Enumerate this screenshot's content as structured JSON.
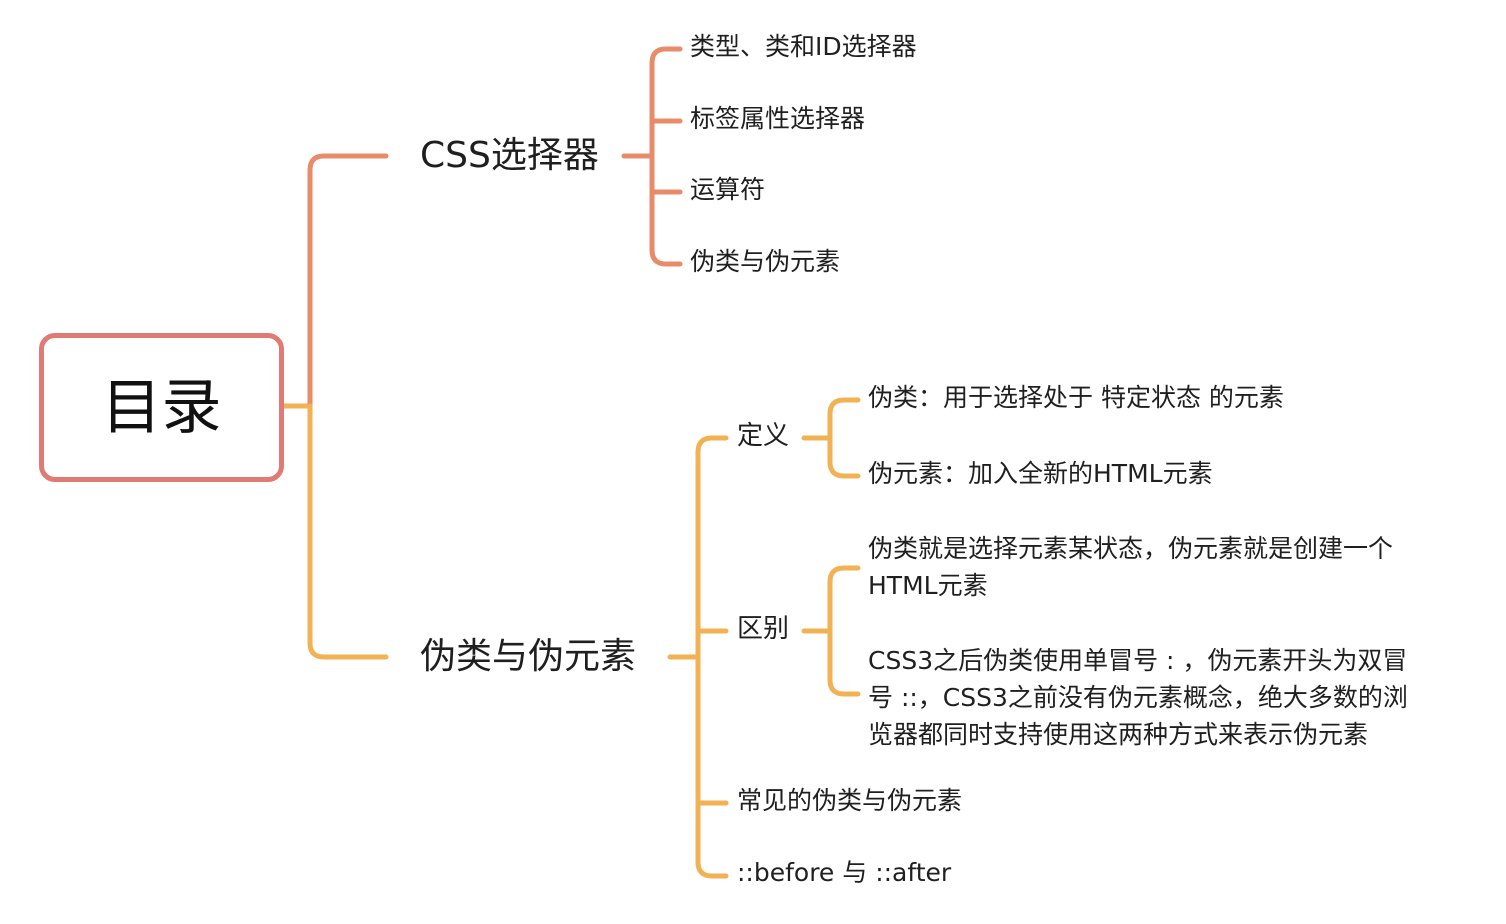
{
  "root": {
    "label": "目录"
  },
  "branches": [
    {
      "label": "CSS选择器",
      "color": "#e88b68",
      "children": [
        {
          "label": "类型、类和ID选择器"
        },
        {
          "label": "标签属性选择器"
        },
        {
          "label": "运算符"
        },
        {
          "label": "伪类与伪元素"
        }
      ]
    },
    {
      "label": "伪类与伪元素",
      "color": "#f2b152",
      "children": [
        {
          "label": "定义",
          "children": [
            {
              "label": "伪类：用于选择处于 特定状态 的元素"
            },
            {
              "label": "伪元素：加入全新的HTML元素"
            }
          ]
        },
        {
          "label": "区别",
          "children": [
            {
              "label": "伪类就是选择元素某状态，伪元素就是创建一个\nHTML元素"
            },
            {
              "label": "CSS3之后伪类使用单冒号 : ，伪元素开头为双冒\n号 ::，CSS3之前没有伪元素概念，绝大多数的浏\n览器都同时支持使用这两种方式来表示伪元素"
            }
          ]
        },
        {
          "label": "常见的伪类与伪元素"
        },
        {
          "label": "::before 与 ::after"
        }
      ]
    }
  ],
  "colors": {
    "root_border": "#e07a75",
    "branch_css": "#e88b68",
    "branch_pseudo": "#f2b152"
  }
}
